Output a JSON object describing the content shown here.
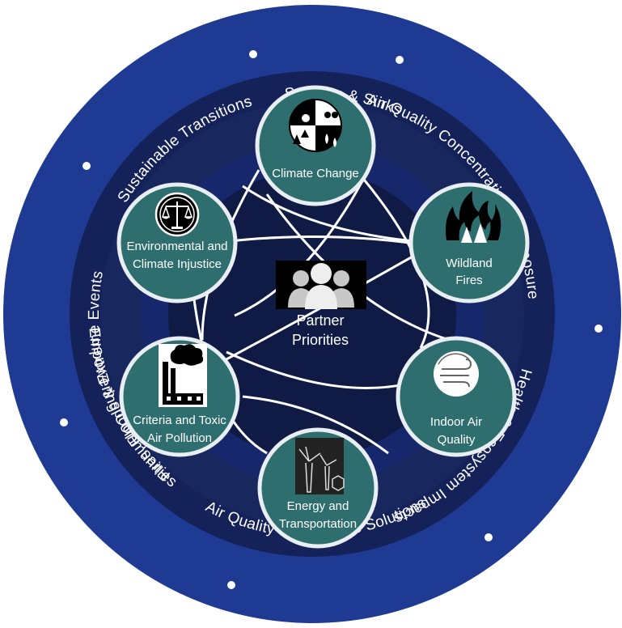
{
  "colors": {
    "outer_ring": "#1f3a93",
    "outer_ring_edge": "#2c4aa8",
    "inner_disc": "#18275e",
    "core_disc": "#0f1a45",
    "node_fill": "#2f6e6e",
    "node_border": "#e8eef2",
    "connector": "#ffffff"
  },
  "outer_ring_topics": [
    "Sources & Sinks",
    "Air Quality Concentrations & Exposure",
    "Health & Ecosystem Impacts",
    "Air Quality and Climate Solutions",
    "Empowering Communities",
    "Fires, Floods & Extreme Events",
    "Sustainable Transitions"
  ],
  "center": {
    "icon": "people-group-icon",
    "line1": "Partner",
    "line2": "Priorities"
  },
  "nodes": [
    {
      "id": "climate-change",
      "icon": "climate-icon",
      "lines": [
        "Climate Change"
      ]
    },
    {
      "id": "wildland-fires",
      "icon": "fire-icon",
      "lines": [
        "Wildland",
        "Fires"
      ]
    },
    {
      "id": "indoor-air-quality",
      "icon": "air-flow-icon",
      "lines": [
        "Indoor Air",
        "Quality"
      ]
    },
    {
      "id": "energy-transportation",
      "icon": "wind-turbine-icon",
      "lines": [
        "Energy and",
        "Transportation"
      ]
    },
    {
      "id": "criteria-toxic-air-pollution",
      "icon": "factory-icon",
      "lines": [
        "Criteria and Toxic",
        "Air Pollution"
      ]
    },
    {
      "id": "environmental-climate-injustice",
      "icon": "scales-of-justice-icon",
      "lines": [
        "Environmental and",
        "Climate Injustice"
      ]
    }
  ]
}
